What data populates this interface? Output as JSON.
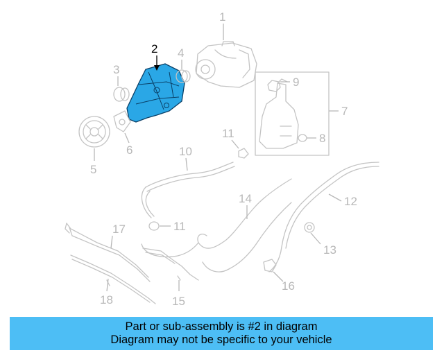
{
  "diagram": {
    "callouts": [
      "1",
      "2",
      "3",
      "4",
      "5",
      "6",
      "7",
      "8",
      "9",
      "10",
      "11",
      "11",
      "12",
      "13",
      "14",
      "15",
      "16",
      "17",
      "18"
    ],
    "highlighted_part": "2",
    "highlight_color": "#2aa7e6",
    "part_color": "#c4c4c4"
  },
  "banner": {
    "line1": "Part or sub-assembly is #2 in diagram",
    "line2": "Diagram may not be specific to your vehicle",
    "background": "#4dbef5"
  }
}
